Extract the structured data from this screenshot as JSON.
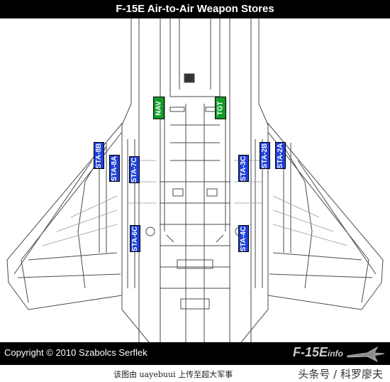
{
  "header": {
    "title": "F-15E Air-to-Air Weapon Stores"
  },
  "stations": {
    "left": [
      "STA-8B",
      "STA-8A",
      "STA-7C",
      "STA-6C"
    ],
    "right": [
      "STA-3C",
      "STA-2B",
      "STA-2A",
      "STA-4C"
    ]
  },
  "pods": {
    "nav": "NAV",
    "tgt": "TGT"
  },
  "footer": {
    "copyright": "Copyright © 2010 Szabolcs Serflek",
    "brand": "F-15E",
    "brand_suffix": "info",
    "credit": "该图由 uayebuui 上传至超大军事",
    "watermark": "头条号 / 科罗廖夫"
  },
  "colors": {
    "station_tag": "#1f3fd8",
    "pod_tag": "#129a2a",
    "bar": "#000000"
  },
  "icons": {
    "aircraft": "f15-silhouette-icon"
  }
}
